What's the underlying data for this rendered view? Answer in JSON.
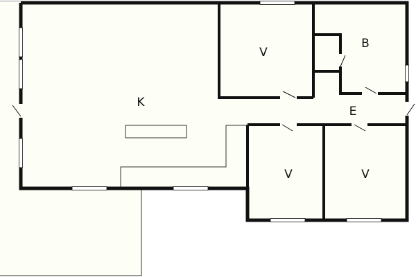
{
  "colors": {
    "wall": "#111111",
    "floor": "#fdfef5",
    "window": "#ffffff",
    "background": "#ffffff"
  },
  "rooms": [
    {
      "id": "kitchen",
      "label": "K"
    },
    {
      "id": "bedroom-top",
      "label": "V"
    },
    {
      "id": "bathroom",
      "label": "B"
    },
    {
      "id": "entrance",
      "label": "E"
    },
    {
      "id": "bedroom-bottom-left",
      "label": "V"
    },
    {
      "id": "bedroom-bottom-right",
      "label": "V"
    }
  ]
}
